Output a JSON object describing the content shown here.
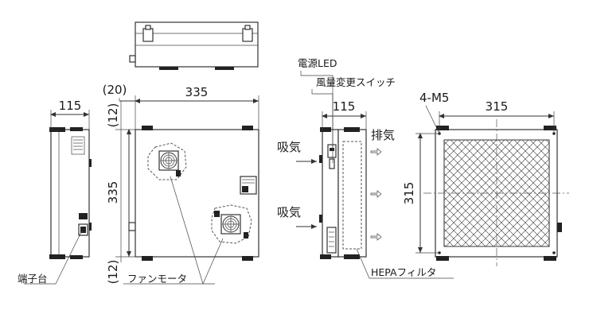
{
  "dimensions": {
    "side_width": "115",
    "front_offset": "(20)",
    "front_width": "335",
    "front_top_gap": "(12)",
    "front_height": "335",
    "front_bottom_gap": "(12)",
    "right_side_width": "115",
    "filter_width": "315",
    "filter_height": "315",
    "holes": "4-M5"
  },
  "labels": {
    "terminal_block": "端子台",
    "fan_motor": "ファンモータ",
    "power_led": "電源LED",
    "airflow_switch": "風量変更スイッチ",
    "intake_top": "吸気",
    "intake_bottom": "吸気",
    "exhaust": "排気",
    "hepa_filter": "HEPAフィルタ"
  }
}
